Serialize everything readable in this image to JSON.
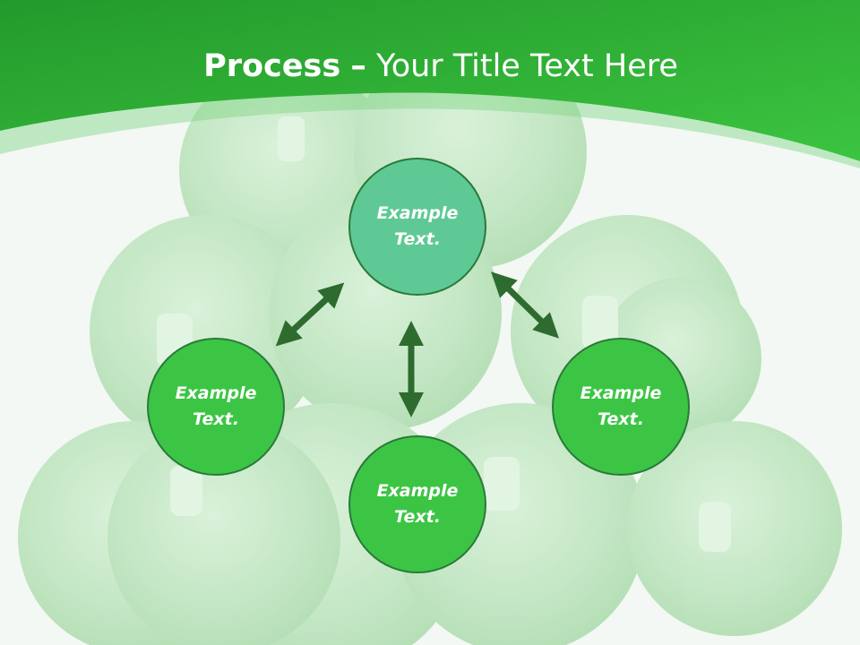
{
  "slide": {
    "title_bold": "Process",
    "title_dash": "–",
    "title_rest": "Your Title Text Here",
    "colors": {
      "banner_green": "#33b83a",
      "banner_dark": "#239a2c",
      "top_node": "#5ec994",
      "node_green": "#3cc544",
      "node_border": "#2a7a3a",
      "arrow": "#2e6b2f"
    }
  },
  "nodes": {
    "top": {
      "line1": "Example",
      "line2": "Text."
    },
    "left": {
      "line1": "Example",
      "line2": "Text."
    },
    "right": {
      "line1": "Example",
      "line2": "Text."
    },
    "bottom": {
      "line1": "Example",
      "line2": "Text."
    }
  },
  "arrows": [
    {
      "name": "top-left",
      "icon": "double-headed-arrow"
    },
    {
      "name": "top-right",
      "icon": "double-headed-arrow"
    },
    {
      "name": "center-vertical",
      "icon": "double-headed-arrow"
    }
  ]
}
